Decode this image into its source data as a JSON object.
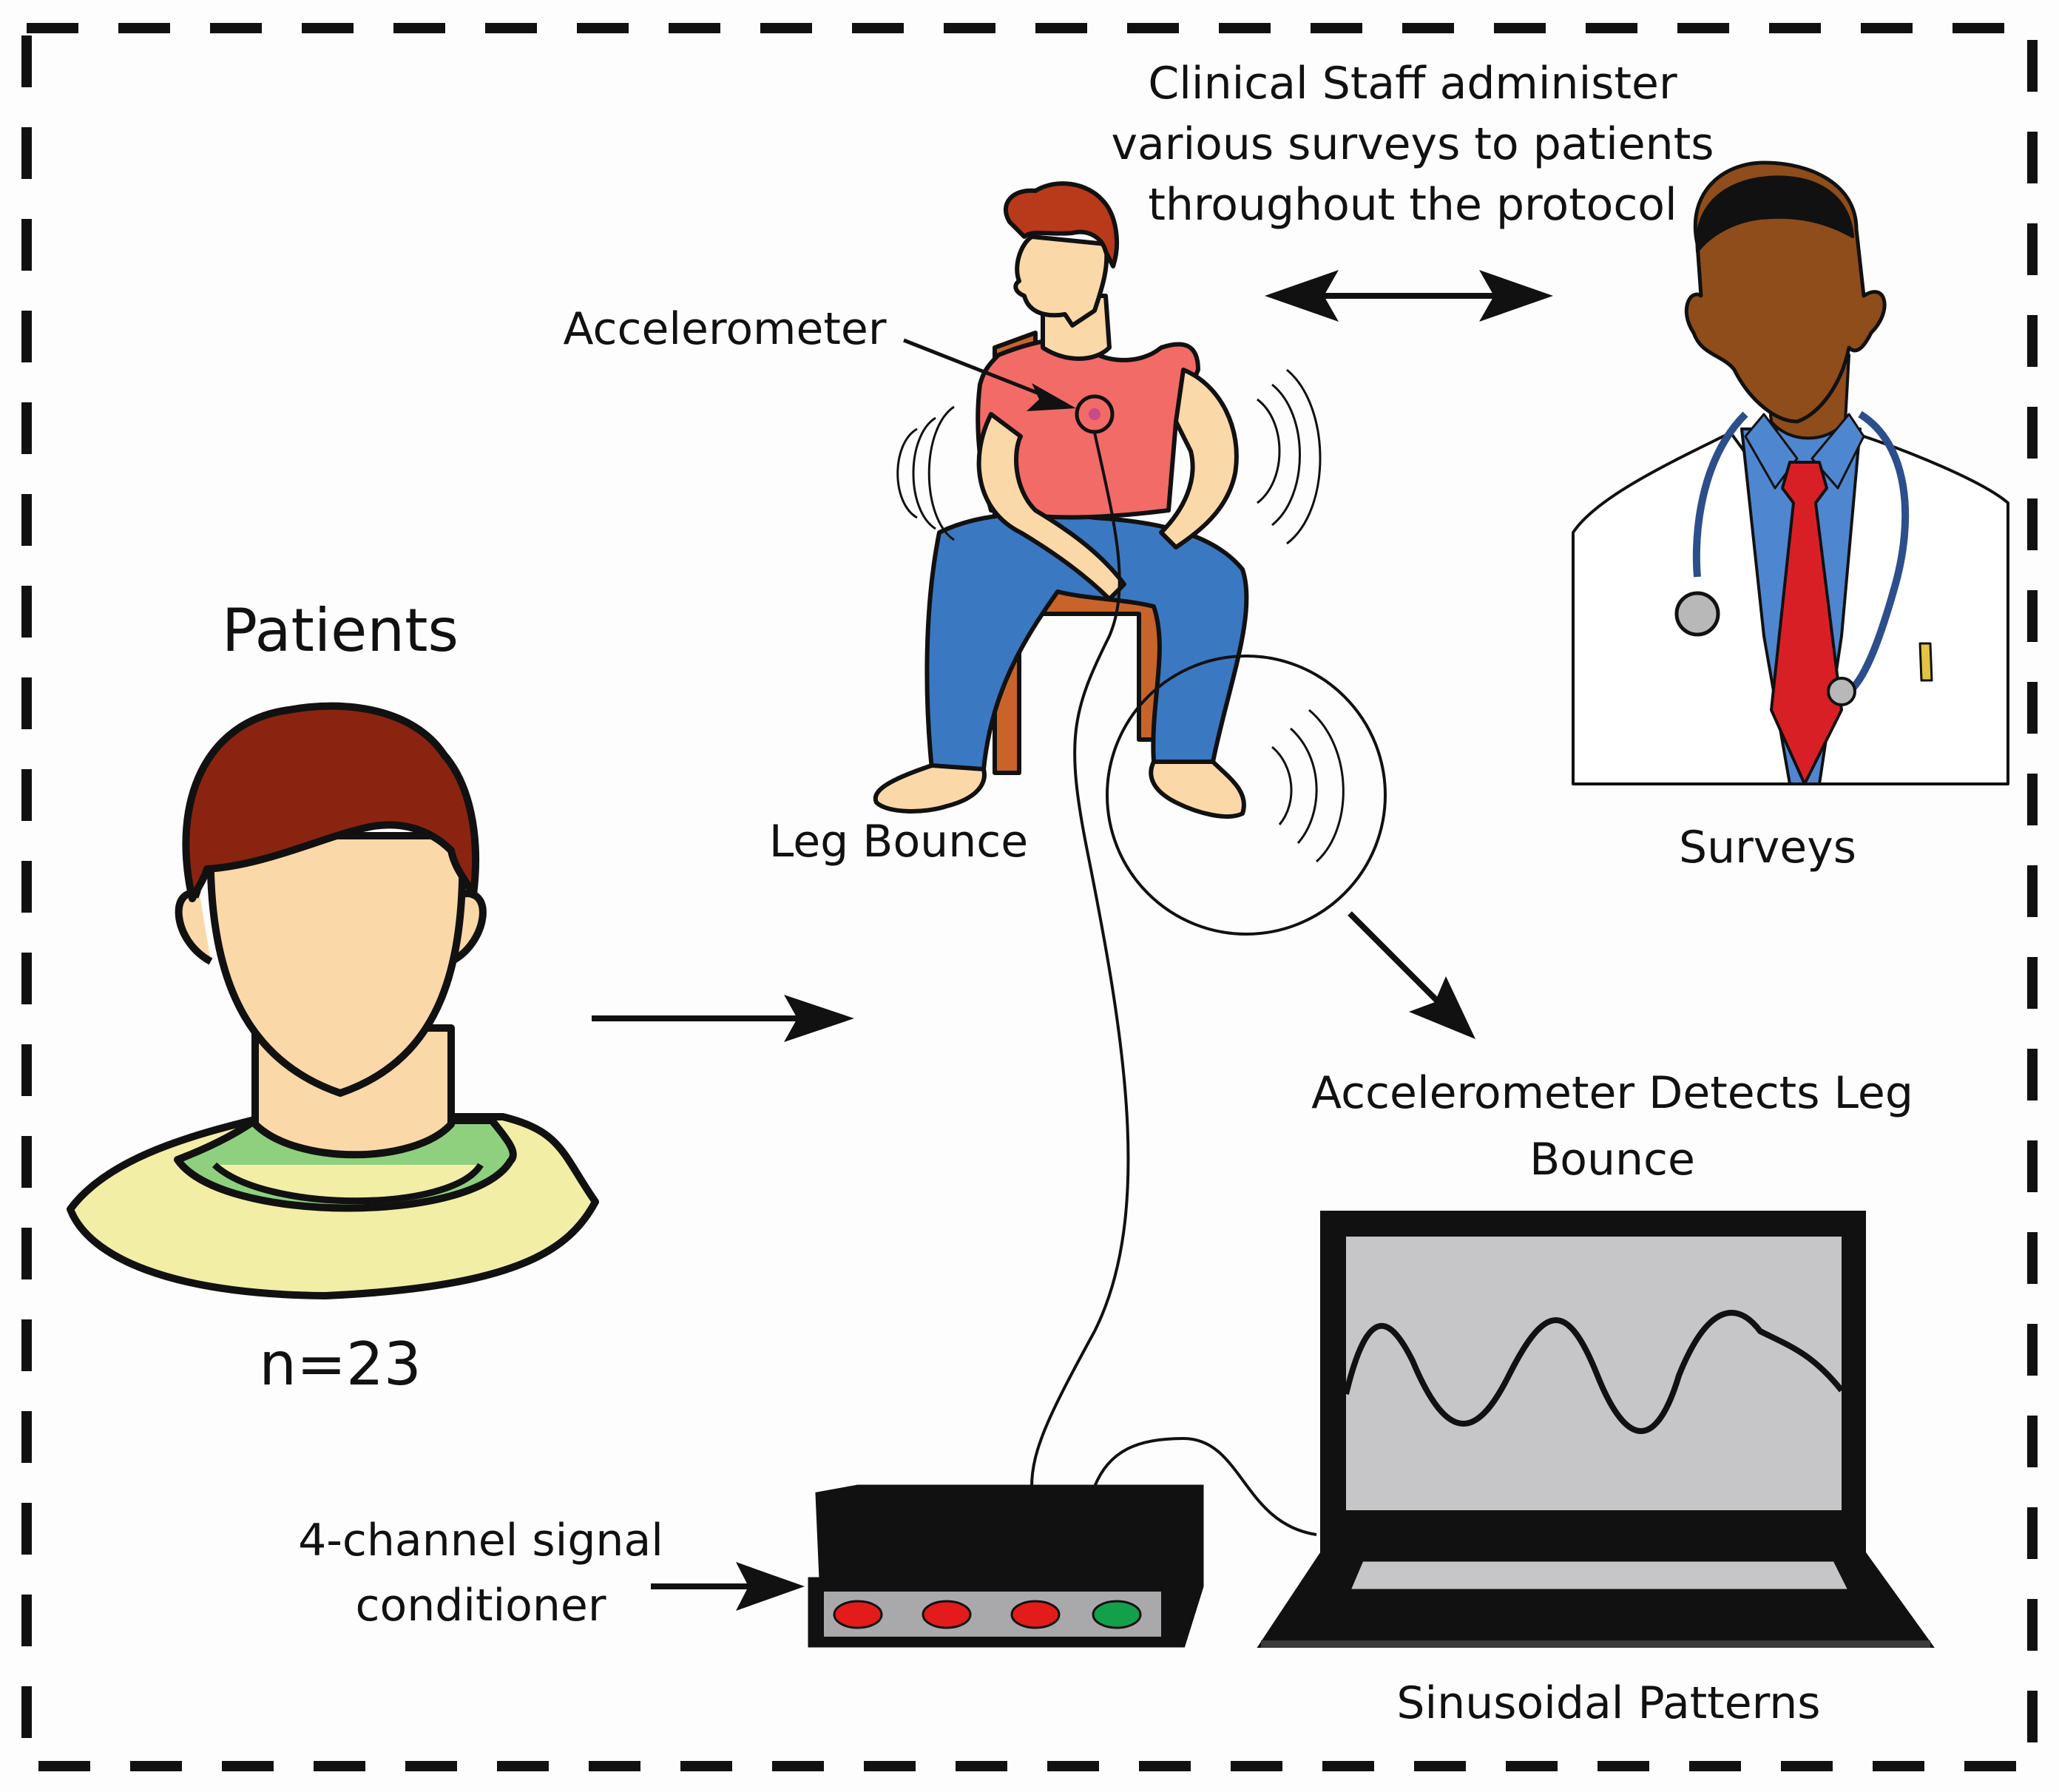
{
  "labels": {
    "patients": "Patients",
    "n": "n=23",
    "clinical_line1": "Clinical Staff administer",
    "clinical_line2": "various surveys to patients",
    "clinical_line3": "throughout the protocol",
    "accelerometer": "Accelerometer",
    "leg_bounce": "Leg Bounce",
    "surveys": "Surveys",
    "detects_line1": "Accelerometer Detects Leg",
    "detects_line2": "Bounce",
    "conditioner_line1": "4-channel signal",
    "conditioner_line2": "conditioner",
    "sinusoidal": "Sinusoidal Patterns"
  },
  "colors": {
    "patient_hair": "#8a2410",
    "skin": "#fbd8a8",
    "collar": "#8fd07f",
    "shirt_patient": "#f2eea6",
    "tshirt": "#f26b66",
    "jeans": "#3a78c2",
    "chair": "#c8642a",
    "doctor_skin": "#8e4d1a",
    "doctor_shirt": "#4f86d0",
    "tie": "#d91f26",
    "stethoscope": "#2c4f8c",
    "screen": "#c6c6c8",
    "led_red": "#e41b1b",
    "led_green": "#13a04a",
    "panel": "#a9a9ab"
  },
  "icons": [
    "patient-head-icon",
    "seated-patient-icon",
    "doctor-icon",
    "signal-conditioner-icon",
    "laptop-icon"
  ]
}
